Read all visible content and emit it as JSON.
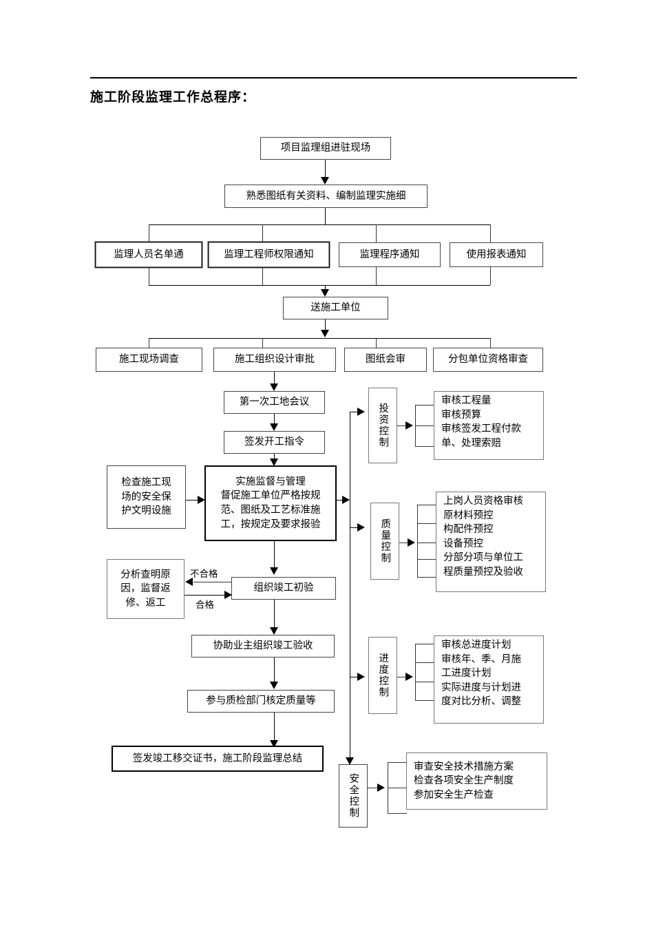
{
  "document": {
    "title": "施工阶段监理工作总程序："
  },
  "flow": {
    "start": "项目监理组进驻现场",
    "prepare": "熟悉图纸有关资料、编制监理实施细",
    "notices": [
      "监理人员名单通",
      "监理工程师权限通知",
      "监理程序通知",
      "使用报表通知"
    ],
    "send_to_contractor": "送施工单位",
    "reviews": [
      "施工现场调查",
      "施工组织设计审批",
      "图纸会审",
      "分包单位资格审查"
    ],
    "first_meeting": "第一次工地会议",
    "issue_start_order": "签发开工指令",
    "safety_site_check": [
      "检查施工现",
      "场的安全保",
      "护文明设施"
    ],
    "supervise_manage": [
      "实施监督与管理",
      "督促施工单位严格按规",
      "范、图纸及工艺标准施",
      "工，按规定及要求报验"
    ],
    "analyze_rework": [
      "分析查明原",
      "因，监督返",
      "修、返工"
    ],
    "initial_acceptance": "组织竣工初验",
    "edge_fail": "不合格",
    "edge_pass": "合格",
    "owner_acceptance": "协助业主组织竣工验收",
    "quality_dept": "参与质检部门核定质量等",
    "final_certificate": "签发竣工移交证书，施工阶段监理总结"
  },
  "controls": [
    {
      "name": "投资控制",
      "items": [
        "审核工程量",
        "审核预算",
        "审核签发工程付款",
        "单、处理索赔"
      ]
    },
    {
      "name": "质量控制",
      "items": [
        "上岗人员资格审核",
        "原材料预控",
        "构配件预控",
        "设备预控",
        "分部分项与单位工",
        "程质量预控及验收"
      ]
    },
    {
      "name": "进度控制",
      "items": [
        "审核总进度计划",
        "审核年、季、月施",
        "工进度计划",
        "实际进度与计划进",
        "度对比分析、调整"
      ]
    },
    {
      "name": "安全控制",
      "items": [
        "审查安全技术措施方案",
        "检查各项安全生产制度",
        "参加安全生产检查"
      ]
    }
  ],
  "style": {
    "line_color": "#000000",
    "text_color": "#000000",
    "background": "#ffffff"
  }
}
